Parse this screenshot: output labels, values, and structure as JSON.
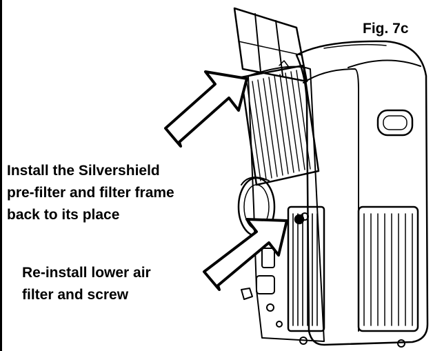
{
  "figure": {
    "label": "Fig. 7c"
  },
  "callouts": {
    "prefilter": [
      "Install the Silvershield",
      "pre-filter and filter frame",
      "back to its place"
    ],
    "lower_filter": [
      "Re-install lower air",
      "filter and screw"
    ]
  },
  "colors": {
    "ink": "#000000",
    "paper": "#ffffff",
    "grille": "#222222"
  }
}
